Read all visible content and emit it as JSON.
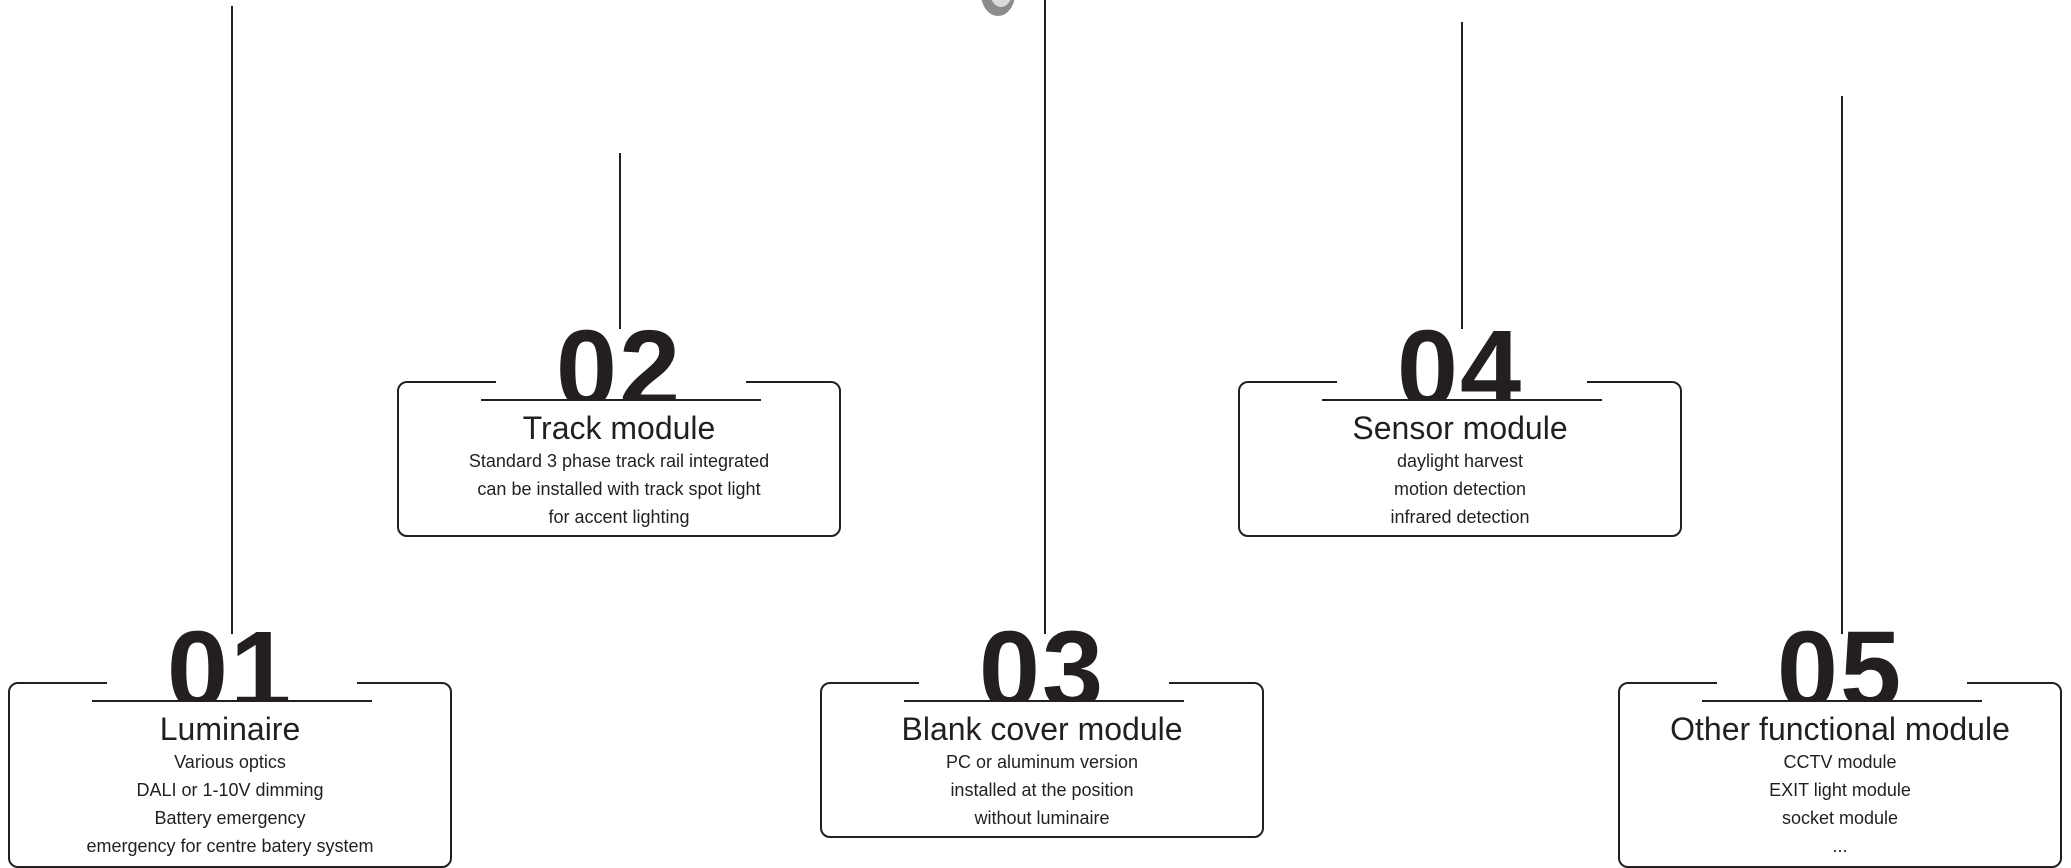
{
  "modules": [
    {
      "number": "01",
      "title": "Luminaire",
      "lines": [
        "Various optics",
        "DALI or 1-10V dimming",
        "Battery emergency",
        "emergency for centre batery system"
      ]
    },
    {
      "number": "02",
      "title": "Track module",
      "lines": [
        "Standard 3 phase track rail integrated",
        "can be installed with track spot light",
        "for accent lighting"
      ]
    },
    {
      "number": "03",
      "title": "Blank cover module",
      "lines": [
        "PC or aluminum version",
        "installed at the position",
        "without luminaire"
      ]
    },
    {
      "number": "04",
      "title": "Sensor module",
      "lines": [
        "daylight harvest",
        "motion detection",
        "infrared detection"
      ]
    },
    {
      "number": "05",
      "title": "Other functional module",
      "lines": [
        "CCTV module",
        "EXIT light module",
        "socket module",
        "..."
      ]
    }
  ],
  "colors": {
    "ink": "#231f20",
    "background": "#ffffff"
  }
}
